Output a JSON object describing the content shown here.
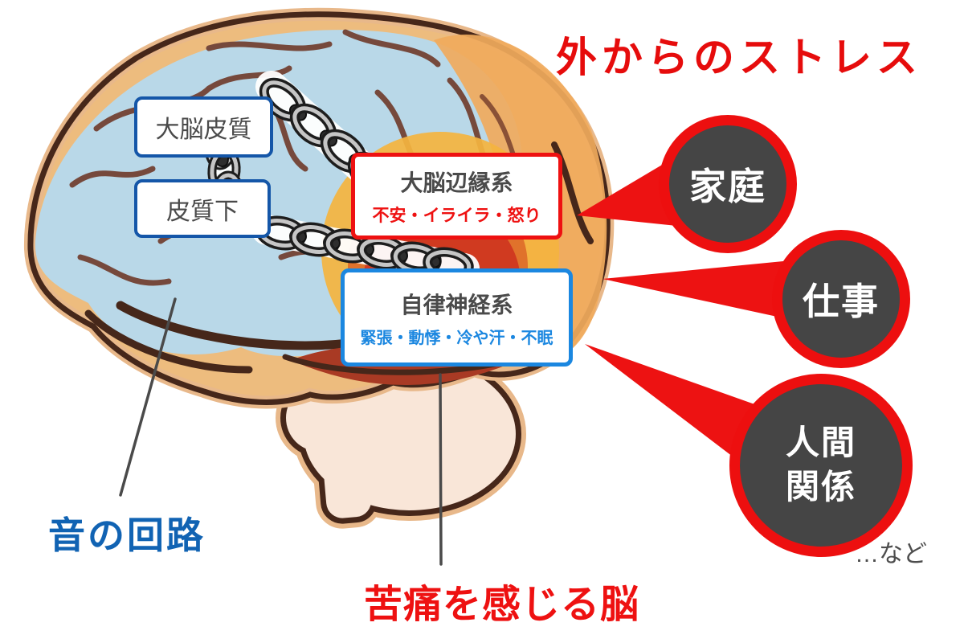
{
  "title": "外からのストレス",
  "brain": {
    "regions": [
      {
        "id": "cortex",
        "label": "大脳皮質"
      },
      {
        "id": "subcortex",
        "label": "皮質下"
      },
      {
        "id": "limbic",
        "label": "大脳辺縁系",
        "symptoms": "不安・イライラ・怒り"
      },
      {
        "id": "autonomic",
        "label": "自律神経系",
        "symptoms": "緊張・動悸・冷や汗・不眠"
      }
    ],
    "annotations": [
      {
        "id": "sound-circuit",
        "label": "音の回路"
      },
      {
        "id": "pain-brain",
        "label": "苦痛を感じる脳"
      }
    ]
  },
  "stress_sources": {
    "items": [
      {
        "label": "家庭"
      },
      {
        "label": "仕事"
      },
      {
        "label": "人間\n関係"
      }
    ],
    "etc": "…など"
  },
  "colors": {
    "accent_red": "#ed1010",
    "accent_blue": "#1b87e0",
    "navy_border": "#1456a8",
    "annotation_blue": "#1163b3",
    "circle_background": "#454545",
    "text_gray": "#4a4a4a",
    "brain_blue_region": "#b9d8e8",
    "brain_tan": "#edbc7e",
    "brain_orange_region": "#f0aa5c",
    "limbic_yellow": "#f4b440",
    "limbic_orange": "#e0722b",
    "limbic_red": "#d03a20"
  }
}
